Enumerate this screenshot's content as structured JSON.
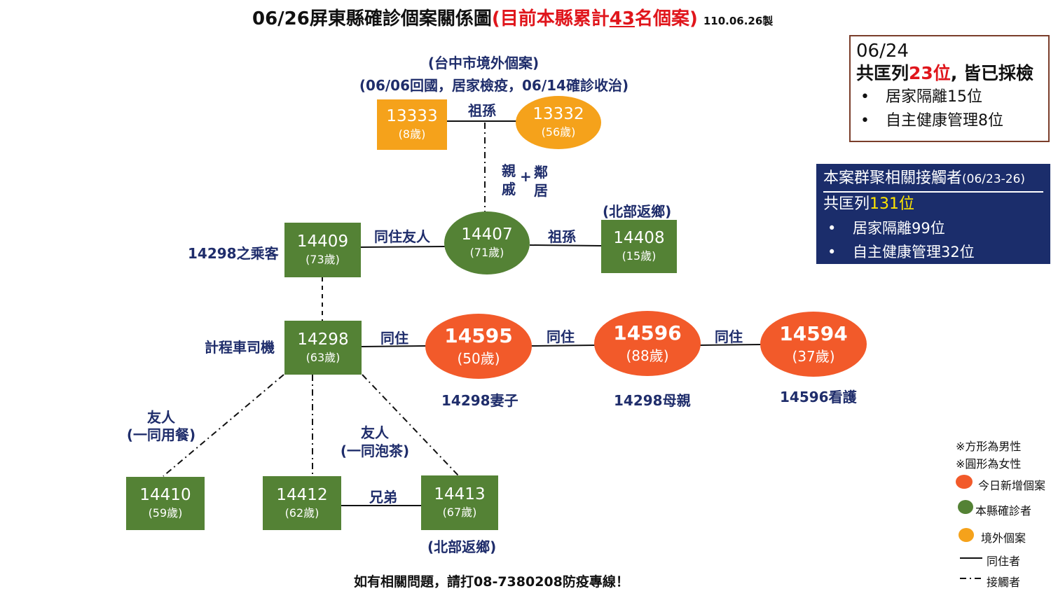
{
  "title": {
    "main": "06/26屏東縣確診個案關係圖",
    "red_prefix": "(目前本縣累計",
    "red_count": "43",
    "red_suffix": "名個案)",
    "date": "110.06.26製"
  },
  "nodes": {
    "n13333": {
      "id": "13333",
      "age": "(8歲)"
    },
    "n13332": {
      "id": "13332",
      "age": "(56歲)"
    },
    "n14409": {
      "id": "14409",
      "age": "(73歲)"
    },
    "n14407": {
      "id": "14407",
      "age": "(71歲)"
    },
    "n14408": {
      "id": "14408",
      "age": "(15歲)"
    },
    "n14298": {
      "id": "14298",
      "age": "(63歲)"
    },
    "n14595": {
      "id": "14595",
      "age": "(50歲)"
    },
    "n14596": {
      "id": "14596",
      "age": "(88歲)"
    },
    "n14594": {
      "id": "14594",
      "age": "(37歲)"
    },
    "n14410": {
      "id": "14410",
      "age": "(59歲)"
    },
    "n14412": {
      "id": "14412",
      "age": "(62歲)"
    },
    "n14413": {
      "id": "14413",
      "age": "(67歲)"
    }
  },
  "labels": {
    "taichung_1": "(台中市境外個案)",
    "taichung_2": "(06/06回國，居家檢疫，06/14確診收治)",
    "zusun_top": "祖孫",
    "relative_1": "親",
    "relative_2": "戚",
    "plus": "+",
    "neighbor_1": "鄰",
    "neighbor_2": "居",
    "north_1": "(北部返鄉)",
    "passenger": "14298之乘客",
    "roommate_friend": "同住友人",
    "zusun_mid": "祖孫",
    "taxi_driver": "計程車司機",
    "cohabit_1": "同住",
    "cohabit_2": "同住",
    "cohabit_3": "同住",
    "wife": "14298妻子",
    "mother": "14298母親",
    "caregiver": "14596看護",
    "friend_meal_1": "友人",
    "friend_meal_2": "(一同用餐)",
    "friend_tea_1": "友人",
    "friend_tea_2": "(一同泡茶)",
    "brothers": "兄弟",
    "north_2": "(北部返鄉)"
  },
  "info_0624": {
    "date": "06/24",
    "line_prefix": "共匡列",
    "line_count": "23位",
    "line_suffix": ", 皆已採檢",
    "items": [
      "居家隔離15位",
      "自主健康管理8位"
    ],
    "bullet": "•"
  },
  "info_cluster": {
    "header": "本案群聚相關接觸者",
    "header_date": "(06/23-26)",
    "line_prefix": "共匡列",
    "line_count": "131位",
    "items": [
      "居家隔離99位",
      "自主健康管理32位"
    ],
    "bullet": "•"
  },
  "legend": {
    "note_square": "※方形為男性",
    "note_circle": "※圓形為女性",
    "new_today": "今日新增個案",
    "county_confirmed": "本縣確診者",
    "imported": "境外個案",
    "cohabitant": "同住者",
    "contact": "接觸者",
    "colors": {
      "new": "#f25a2a",
      "county": "#548235",
      "imported": "#f5a21b"
    }
  },
  "footer": "如有相關問題，請打08-7380208防疫專線！"
}
